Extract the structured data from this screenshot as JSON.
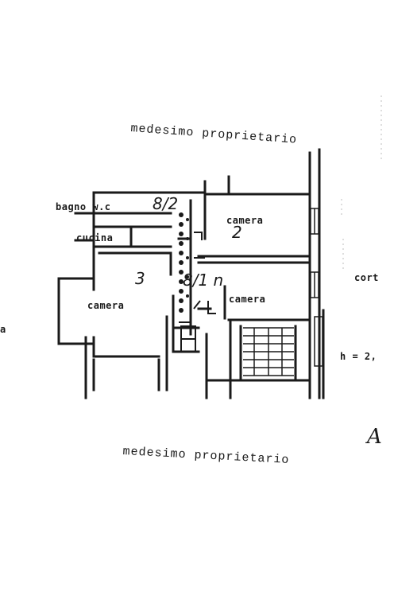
{
  "labels": {
    "top_neighbor": "medesimo proprietario",
    "bottom_neighbor": "medesimo proprietario",
    "room_bagno": "bagno w.c",
    "room_cucina": "cucina",
    "room_camera_left": "camera",
    "room_camera_top_right": "camera",
    "room_camera_mid_right": "camera",
    "cortile_partial": "cort",
    "height_partial": "h = 2,",
    "left_edge_partial": "a",
    "sheet_letter": "A"
  },
  "handwritten": {
    "sub_bagno": "8/2",
    "sub_camera_right": "2",
    "sub_camera_left": "3",
    "sub_corridor": "8/1 n"
  }
}
